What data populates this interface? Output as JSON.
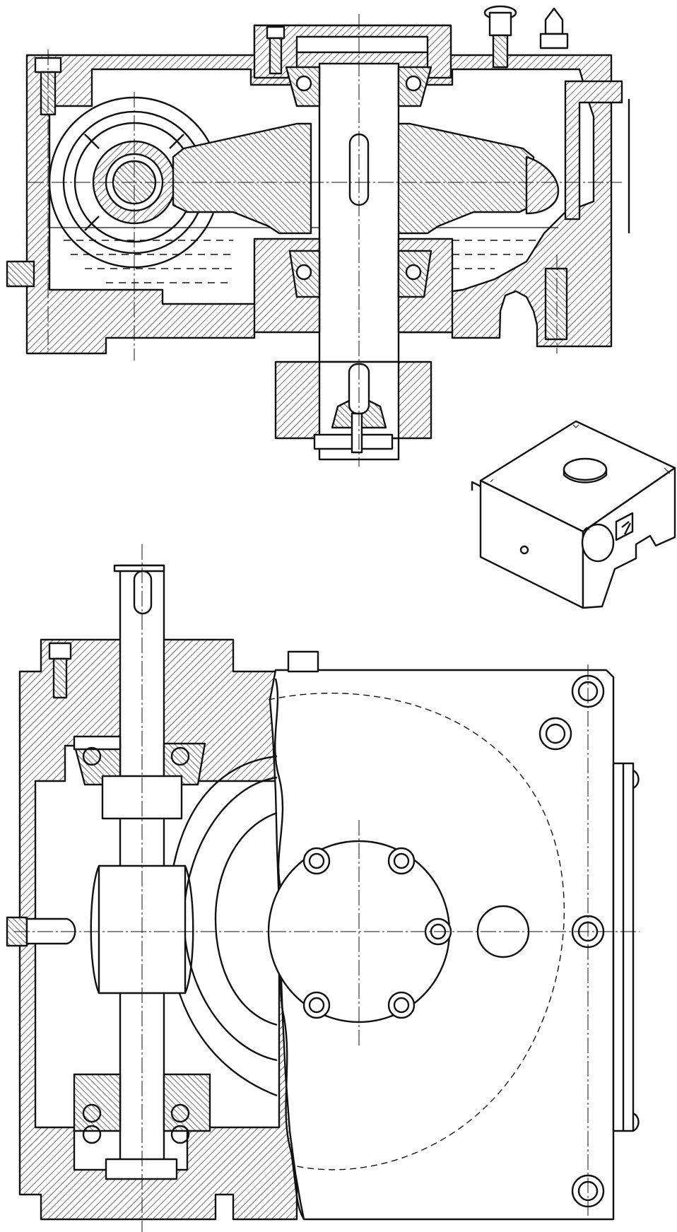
{
  "drawing": {
    "views": [
      {
        "name": "sectional-elevation"
      },
      {
        "name": "isometric-housing"
      },
      {
        "name": "sectional-plan"
      }
    ],
    "colors": {
      "ink": "#111111",
      "paper": "#ffffff"
    }
  }
}
